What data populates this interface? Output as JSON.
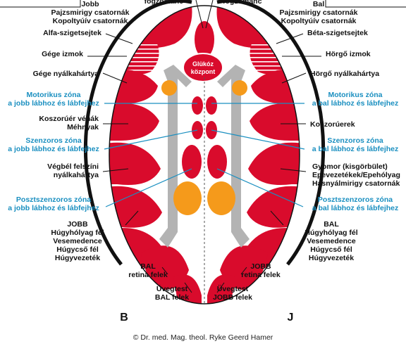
{
  "labels": {
    "top_center_left": "fogzománc",
    "top_center_right": "fogzománc",
    "top_left": [
      "Jobb",
      "Pajzsmirigy csatornák",
      "Kopoltyúív csatornák"
    ],
    "top_right": [
      "Bal",
      "Pajzsmirigy csatornák",
      "Kopoltyúív csatornák"
    ],
    "alpha_cells": "Alfa-szigetsejtek",
    "beta_cells": "Béta-szigetsejtek",
    "larynx_muscles": "Gége izmok",
    "bronchial_muscles": "Hörgő izmok",
    "glucose_center": [
      "Glükóz",
      "központ"
    ],
    "larynx_mucosa": "Gége nyálkahártya",
    "bronchial_mucosa": "Hörgő nyálkahártya",
    "motor_right": [
      "Motorikus zóna",
      "a jobb lábhoz és lábfejhez"
    ],
    "motor_left": [
      "Motorikus zóna",
      "a bal lábhoz és lábfejhez"
    ],
    "coronary_veins": [
      "Koszorúér vénák",
      "Méhnyak"
    ],
    "coronary_arteries": "Koszorúerek",
    "sensory_right": [
      "Szenzoros zóna",
      "a jobb lábhoz és lábfejhez"
    ],
    "sensory_left": [
      "Szenzoros zóna",
      "a bal lábhoz és lábfejhez"
    ],
    "rectum": [
      "Végbél felszíni",
      "nyálkahártya"
    ],
    "stomach": [
      "Gyomor (kisgörbület)",
      "Epevezetékek/Epehólyag",
      "Hasnyálmirigy csatornák"
    ],
    "postsensory_right": [
      "Posztszenzoros zóna",
      "a jobb lábhoz és lábfejhez"
    ],
    "postsensory_left": [
      "Posztszenzoros zóna",
      "a bal lábhoz és lábfejhez"
    ],
    "bladder_left_side": [
      "JOBB",
      "Húgyhólyag fél",
      "Vesemedence",
      "Húgycső fél",
      "Húgyvezeték"
    ],
    "bladder_right_side": [
      "BAL",
      "Húgyhólyag fél",
      "Vesemedence",
      "Húgycső fél",
      "Húgyvezeték"
    ],
    "retina_left": [
      "BAL",
      "retina felek"
    ],
    "retina_right": [
      "JOBB",
      "retina felek"
    ],
    "vitreous_left": [
      "Üvegtest",
      "BAL felek"
    ],
    "vitreous_right": [
      "Üvegtest",
      "JOBB felek"
    ],
    "side_b": "B",
    "side_j": "J",
    "copyright": "© Dr. med. Mag. theol. Ryke Geerd Hamer"
  },
  "colors": {
    "relay_red": "#d90b2c",
    "gray_band": "#b3b3b3",
    "orange": "#f59a1b",
    "label_blue": "#1a8fc0",
    "outline": "#111111"
  }
}
